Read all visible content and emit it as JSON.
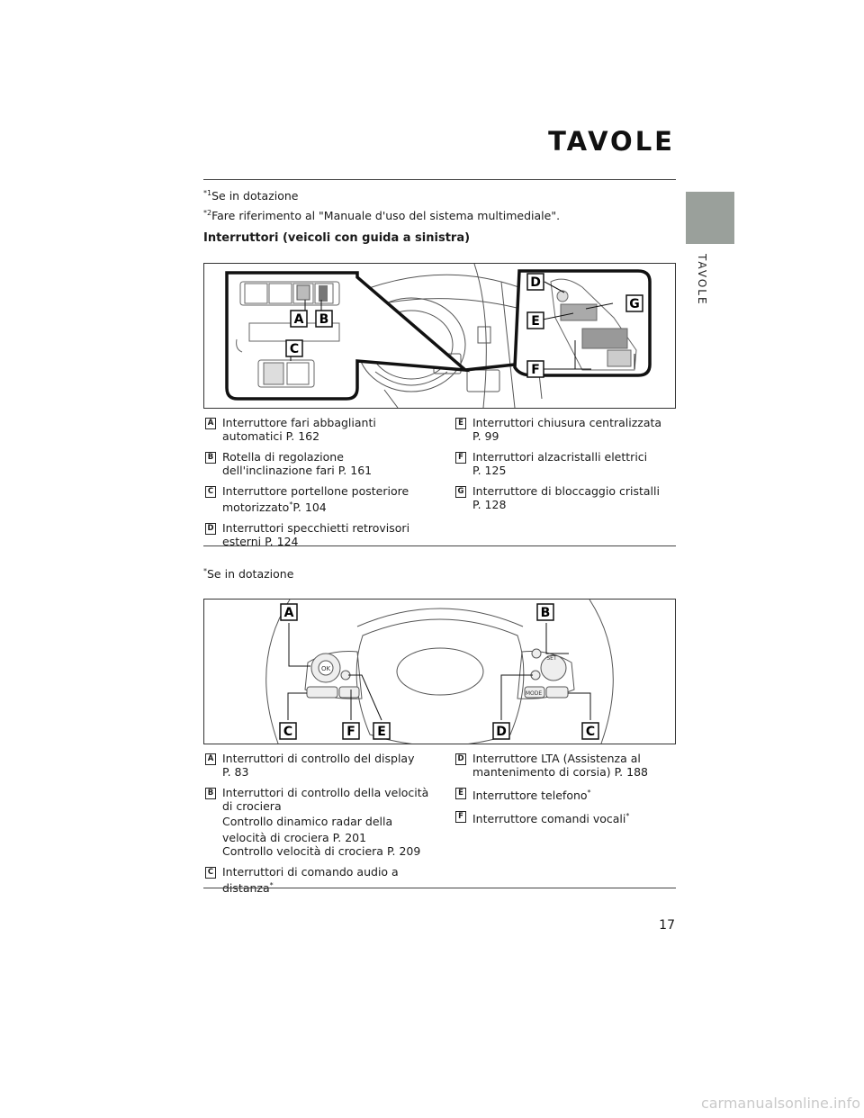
{
  "page": {
    "section_title": "TAVOLE",
    "side_tab_label": "TAVOLE",
    "page_number": "17",
    "watermark": "carmanualsonline.info"
  },
  "top_footnotes": [
    {
      "mark": "*1",
      "text": "Se in dotazione"
    },
    {
      "mark": "*2",
      "text": "Fare riferimento al \"Manuale d'uso del sistema multimediale\"."
    }
  ],
  "section1": {
    "heading": "Interruttori (veicoli con guida a sinistra)",
    "callouts": [
      "A",
      "B",
      "C",
      "D",
      "E",
      "G",
      "F"
    ],
    "left_items": [
      {
        "letter": "A",
        "line1": " Interruttore fari abbaglianti",
        "line2": "automatici P. 162",
        "note": ""
      },
      {
        "letter": "B",
        "line1": " Rotella di regolazione",
        "line2": "dell'inclinazione fari P. 161",
        "note": ""
      },
      {
        "letter": "C",
        "line1": " Interruttore portellone posteriore",
        "line2": "motorizzato",
        "note": "*",
        "line2_suffix": "P. 104"
      },
      {
        "letter": "D",
        "line1": " Interruttori specchietti retrovisori",
        "line2": "esterni P. 124",
        "note": ""
      }
    ],
    "right_items": [
      {
        "letter": "E",
        "line1": " Interruttori chiusura centralizzata",
        "line2": "P. 99"
      },
      {
        "letter": "F",
        "line1": " Interruttori alzacristalli elettrici",
        "line2": "P. 125"
      },
      {
        "letter": "G",
        "line1": " Interruttore di bloccaggio cristalli",
        "line2": "P. 128"
      }
    ]
  },
  "mid_footnote": {
    "mark": "*",
    "text": "Se in dotazione"
  },
  "section2": {
    "callouts_top": [
      "A",
      "B"
    ],
    "callouts_bottom": [
      "C",
      "F",
      "E",
      "D",
      "C"
    ],
    "switch_labels": {
      "ok": "OK",
      "set": "SET",
      "mode": "MODE"
    },
    "left_items": [
      {
        "letter": "A",
        "lines": [
          " Interruttori di controllo del display",
          "P. 83"
        ]
      },
      {
        "letter": "B",
        "lines": [
          " Interruttori di controllo della velocità",
          "di crociera",
          "Controllo dinamico radar della",
          "velocità di crociera P. 201",
          "Controllo velocità di crociera P. 209"
        ]
      },
      {
        "letter": "C",
        "lines": [
          " Interruttori di comando audio a",
          "distanza"
        ],
        "note": "*"
      }
    ],
    "right_items": [
      {
        "letter": "D",
        "lines": [
          " Interruttore LTA (Assistenza al",
          "mantenimento di corsia) P. 188"
        ],
        "note": ""
      },
      {
        "letter": "E",
        "lines": [
          " Interruttore telefono"
        ],
        "note": "*"
      },
      {
        "letter": "F",
        "lines": [
          " Interruttore comandi vocali"
        ],
        "note": "*"
      }
    ]
  },
  "colors": {
    "side_tab": "#9aa09b",
    "rule": "#444444",
    "watermark": "#c9c9c9"
  }
}
